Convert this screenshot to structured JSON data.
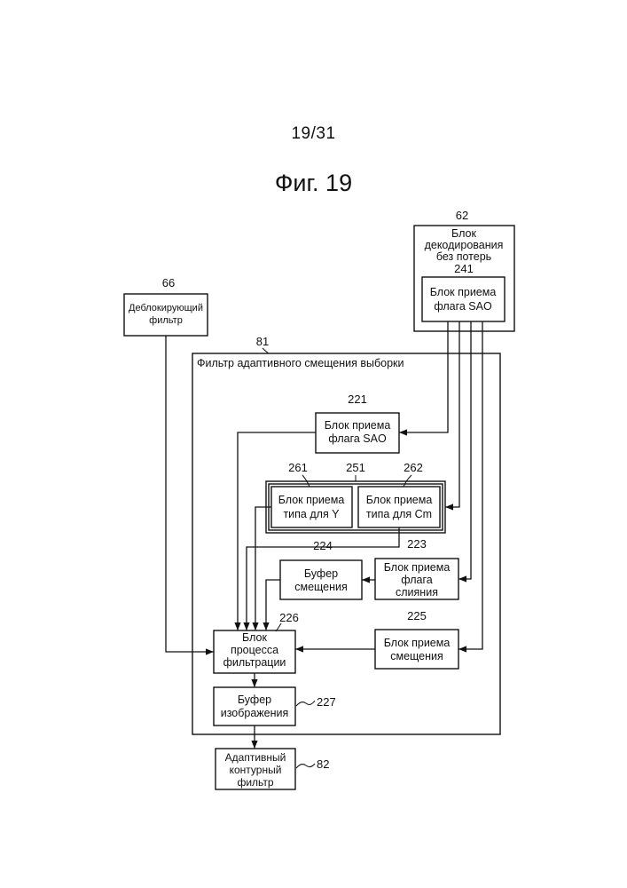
{
  "page_number": "19/31",
  "figure_title": "Фиг. 19",
  "blocks": {
    "lossless_decoder": {
      "ref": "62",
      "lines": [
        "Блок",
        "декодирования",
        "без потерь"
      ]
    },
    "sao_flag_outer": {
      "ref": "241",
      "lines": [
        "Блок приема",
        "флага SAO"
      ]
    },
    "deblocking_filter": {
      "ref": "66",
      "lines": [
        "Деблокирующий",
        "фильтр"
      ]
    },
    "sao_filter": {
      "ref": "81",
      "label": "Фильтр адаптивного смещения выборки"
    },
    "sao_flag_inner": {
      "ref": "221",
      "lines": [
        "Блок приема",
        "флага SAO"
      ]
    },
    "type_group": {
      "ref": "251"
    },
    "type_y": {
      "ref": "261",
      "lines": [
        "Блок приема",
        "типа для Y"
      ]
    },
    "type_cm": {
      "ref": "262",
      "lines": [
        "Блок приема",
        "типа для Cm"
      ]
    },
    "offset_buffer": {
      "ref": "224",
      "lines": [
        "Буфер",
        "смещения"
      ]
    },
    "merge_flag": {
      "ref": "223",
      "lines": [
        "Блок приема",
        "флага",
        "слияния"
      ]
    },
    "filter_process": {
      "ref": "226",
      "lines": [
        "Блок",
        "процесса",
        "фильтрации"
      ]
    },
    "offset_receiver": {
      "ref": "225",
      "lines": [
        "Блок приема",
        "смещения"
      ]
    },
    "image_buffer": {
      "ref": "227",
      "lines": [
        "Буфер",
        "изображения"
      ]
    },
    "adaptive_loop_filter": {
      "ref": "82",
      "lines": [
        "Адаптивный",
        "контурный",
        "фильтр"
      ]
    }
  }
}
